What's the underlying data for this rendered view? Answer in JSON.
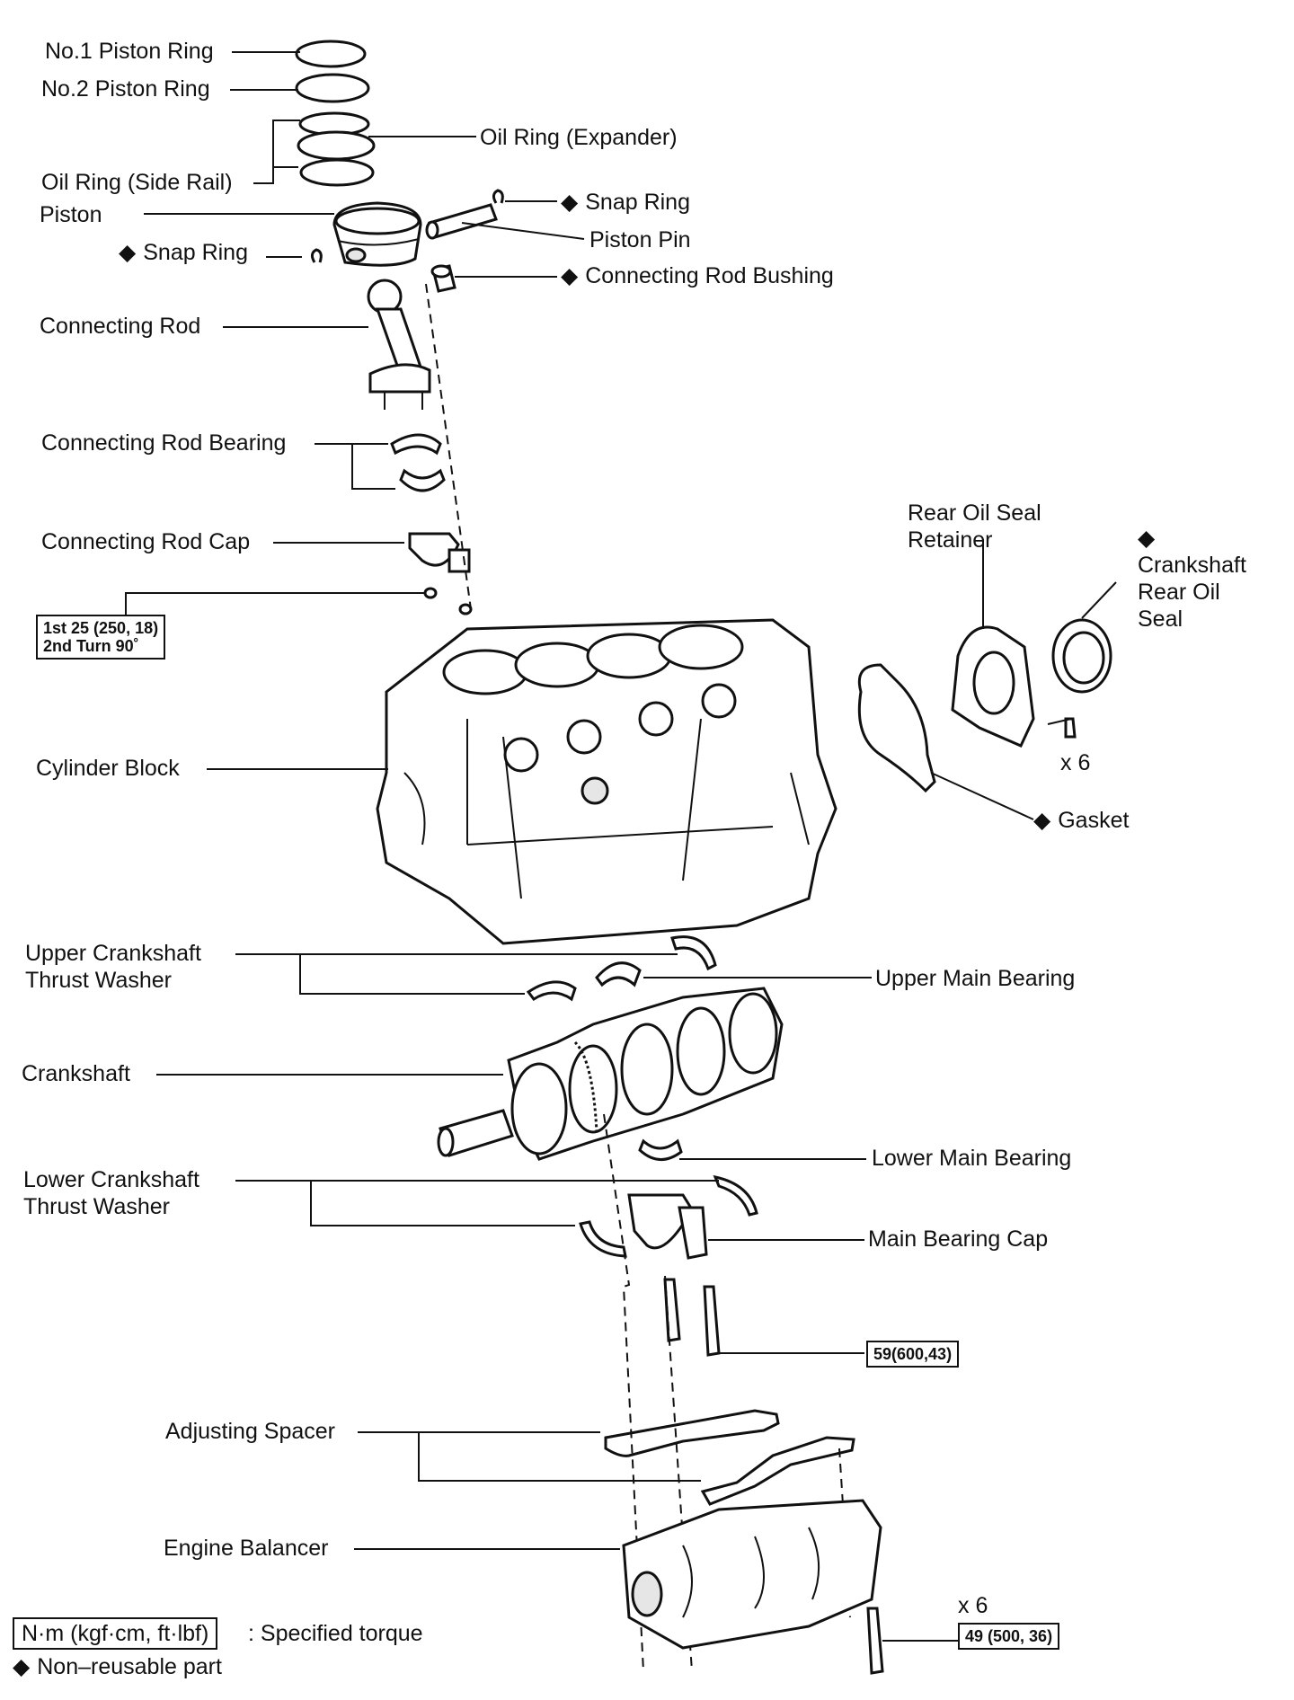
{
  "diamond": "◆",
  "labels": {
    "no1_piston_ring": "No.1 Piston Ring",
    "no2_piston_ring": "No.2 Piston Ring",
    "oil_ring_expander": "Oil Ring (Expander)",
    "oil_ring_side_rail": "Oil Ring (Side Rail)",
    "piston": "Piston",
    "snap_ring": "Snap Ring",
    "piston_pin": "Piston Pin",
    "connecting_rod_bushing": "Connecting Rod Bushing",
    "connecting_rod": "Connecting Rod",
    "connecting_rod_bearing": "Connecting Rod Bearing",
    "connecting_rod_cap": "Connecting Rod Cap",
    "rear_oil_seal_retainer_line1": "Rear Oil Seal",
    "rear_oil_seal_retainer_line2": "Retainer",
    "crankshaft_rear_oil_seal_line1": "Crankshaft",
    "crankshaft_rear_oil_seal_line2": "Rear Oil",
    "crankshaft_rear_oil_seal_line3": "Seal",
    "cylinder_block": "Cylinder Block",
    "gasket": "Gasket",
    "upper_thrust_washer_line1": "Upper Crankshaft",
    "upper_thrust_washer_line2": "Thrust Washer",
    "upper_main_bearing": "Upper Main Bearing",
    "crankshaft": "Crankshaft",
    "lower_thrust_washer_line1": "Lower Crankshaft",
    "lower_thrust_washer_line2": "Thrust Washer",
    "lower_main_bearing": "Lower Main Bearing",
    "main_bearing_cap": "Main Bearing Cap",
    "adjusting_spacer": "Adjusting Spacer",
    "engine_balancer": "Engine Balancer",
    "qty_x6": "x 6"
  },
  "torque": {
    "rod_cap_line1": "1st 25 (250, 18)",
    "rod_cap_line2": "2nd Turn 90˚",
    "main_cap": "59(600,43)",
    "balancer": "49 (500, 36)"
  },
  "legend": {
    "unit_box": "N·m (kgf·cm, ft·lbf)",
    "unit_desc": ": Specified torque",
    "non_reusable": "Non–reusable part"
  }
}
